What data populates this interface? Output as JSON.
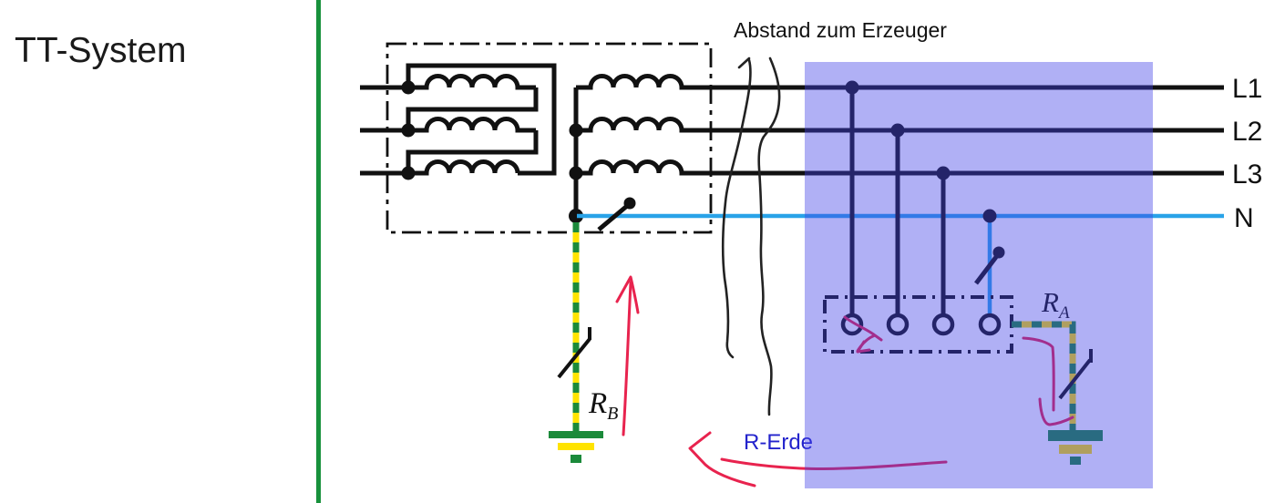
{
  "title": "TT-System",
  "diagram": {
    "annotation_distance": "Abstand zum Erzeuger",
    "conductor_labels": {
      "l1": "L1",
      "l2": "L2",
      "l3": "L3",
      "n": "N"
    },
    "earthing_resistance_source": {
      "symbol": "R",
      "subscript": "B"
    },
    "earthing_resistance_consumer": {
      "symbol": "R",
      "subscript": "A"
    },
    "earth_resistance_note": "R-Erde"
  },
  "colors": {
    "divider_green": "#18913c",
    "neutral_blue": "#29a3e8",
    "pe_green": "#1b8a3a",
    "pe_yellow": "#ffe300",
    "consumer_overlay": "rgba(64,64,230,0.41)",
    "annotation_red": "#e8234e",
    "note_blue": "#2323cc",
    "line_black": "#111111"
  }
}
